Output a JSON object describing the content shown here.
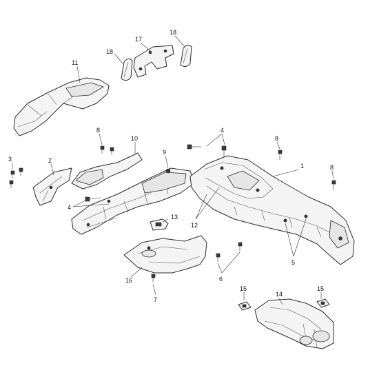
{
  "diagram": {
    "callouts": [
      {
        "id": "c1",
        "text": "1"
      },
      {
        "id": "c2",
        "text": "2"
      },
      {
        "id": "c3",
        "text": "3"
      },
      {
        "id": "c4a",
        "text": "4"
      },
      {
        "id": "c4b",
        "text": "4"
      },
      {
        "id": "c5",
        "text": "5"
      },
      {
        "id": "c6",
        "text": "6"
      },
      {
        "id": "c7",
        "text": "7"
      },
      {
        "id": "c8a",
        "text": "8"
      },
      {
        "id": "c8b",
        "text": "8"
      },
      {
        "id": "c8c",
        "text": "8"
      },
      {
        "id": "c9",
        "text": "9"
      },
      {
        "id": "c10",
        "text": "10"
      },
      {
        "id": "c11",
        "text": "11"
      },
      {
        "id": "c12",
        "text": "12"
      },
      {
        "id": "c13",
        "text": "13"
      },
      {
        "id": "c14",
        "text": "14"
      },
      {
        "id": "c15a",
        "text": "15"
      },
      {
        "id": "c15b",
        "text": "15"
      },
      {
        "id": "c16",
        "text": "16"
      },
      {
        "id": "c17",
        "text": "17"
      },
      {
        "id": "c18a",
        "text": "18"
      },
      {
        "id": "c18b",
        "text": "18"
      }
    ]
  }
}
